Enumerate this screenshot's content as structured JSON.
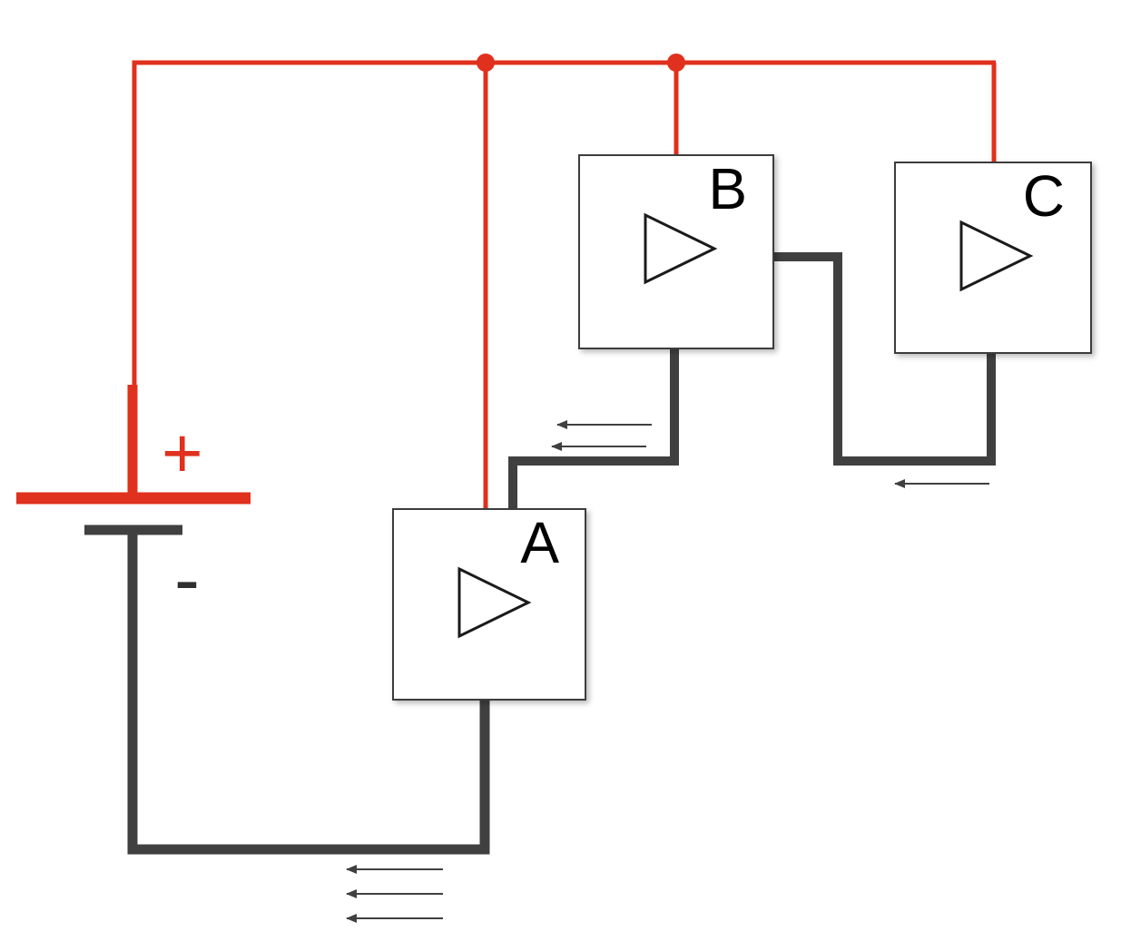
{
  "diagram": {
    "type": "circuit",
    "battery": {
      "positive_label": "+",
      "negative_label": "-"
    },
    "components": [
      {
        "id": "A",
        "label": "A",
        "icon": "amplifier-triangle-icon"
      },
      {
        "id": "B",
        "label": "B",
        "icon": "amplifier-triangle-icon"
      },
      {
        "id": "C",
        "label": "C",
        "icon": "amplifier-triangle-icon"
      }
    ],
    "icons": {
      "junction": "junction-dot",
      "current_direction": "current-arrow-icon"
    },
    "colors": {
      "positive_wire": "#e0301e",
      "negative_wire": "#404040",
      "box_border": "#3d3d3d",
      "label_text": "#000000"
    }
  }
}
